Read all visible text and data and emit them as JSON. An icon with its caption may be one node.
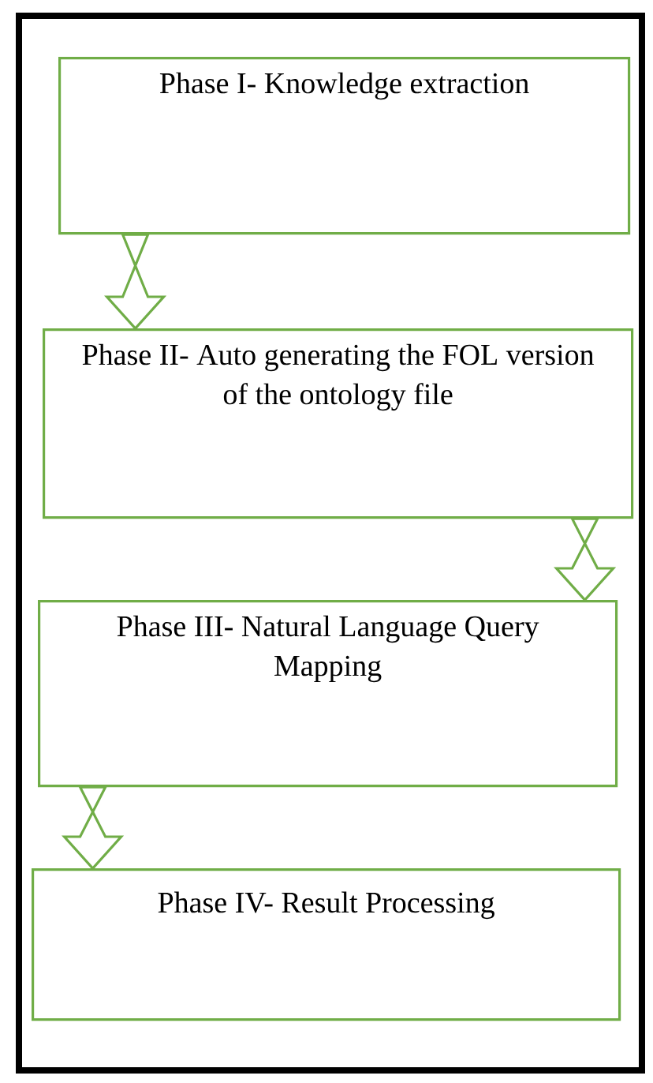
{
  "diagram": {
    "nodes": [
      {
        "text": [
          "Phase I- Knowledge extraction"
        ]
      },
      {
        "text": [
          "Phase II- Auto generating the FOL version of the ontology file"
        ]
      },
      {
        "text": [
          "Phase III- Natural Language Query Mapping"
        ]
      },
      {
        "text": [
          "Phase IV- Result Processing"
        ]
      }
    ],
    "edges": [
      {
        "from": 0,
        "to": 1,
        "arrow": "to"
      },
      {
        "from": 1,
        "to": 2,
        "arrow": "to"
      },
      {
        "from": 2,
        "to": 3,
        "arrow": "to"
      }
    ]
  }
}
